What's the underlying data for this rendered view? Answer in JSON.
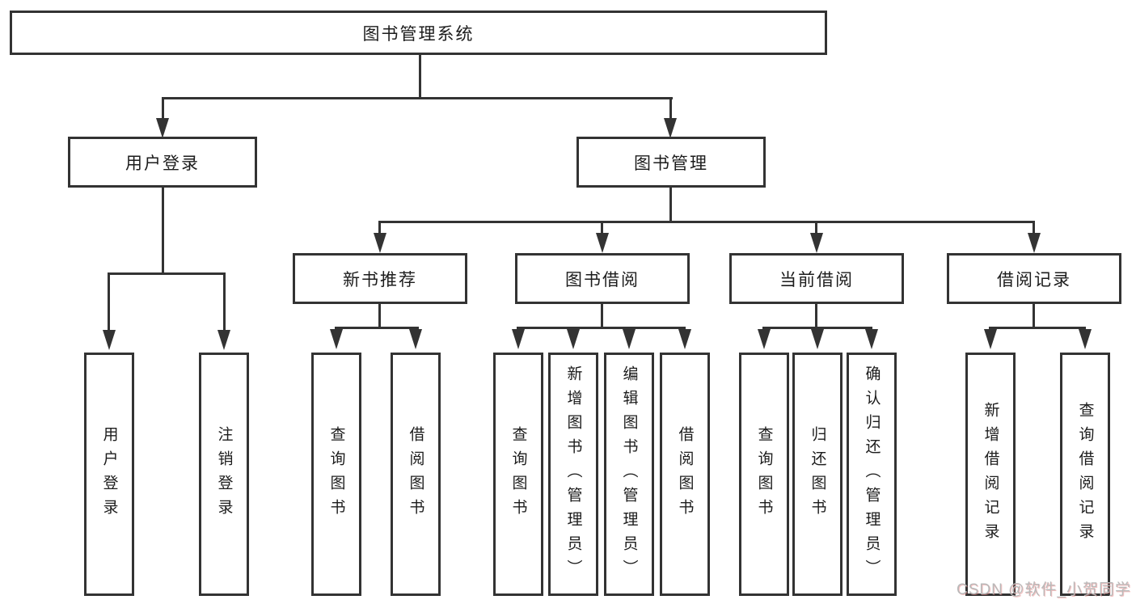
{
  "diagram": {
    "root": {
      "label": "图书管理系统"
    },
    "branches": {
      "user_login": "用户登录",
      "book_management": "图书管理"
    },
    "modules": {
      "new_book_recommend": "新书推荐",
      "book_borrow": "图书借阅",
      "current_borrow": "当前借阅",
      "borrow_records": "借阅记录"
    },
    "leaves": {
      "user_login": "用户登录",
      "logout": "注销登录",
      "nb_query_books": "查询图书",
      "nb_borrow_books": "借阅图书",
      "bb_query_books": "查询图书",
      "bb_add_books": "新增图书（管理员）",
      "bb_edit_books": "编辑图书（管理员）",
      "bb_borrow_books": "借阅图书",
      "cb_query_books": "查询图书",
      "cb_return_books": "归还图书",
      "cb_confirm_return": "确认归还（管理员）",
      "br_add_record": "新增借阅记录",
      "br_query_record": "查询借阅记录"
    }
  },
  "watermark": {
    "text": "CSDN @软件_小贺同学",
    "color": "#b9b9b9"
  },
  "colors": {
    "line": "#333333",
    "text": "#1c1c1c",
    "background": "#ffffff"
  }
}
